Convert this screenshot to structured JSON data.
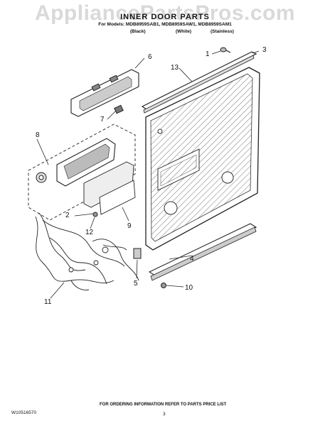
{
  "watermark": "AppliancePartsPros.com",
  "title": "INNER DOOR PARTS",
  "models_line": "For Models: MDB8959SAB1, MDB8959SAW1, MDB8959SAM1",
  "finishes": [
    "(Black)",
    "(White)",
    "(Stainless)"
  ],
  "callouts": [
    "1",
    "2",
    "3",
    "4",
    "5",
    "6",
    "7",
    "8",
    "9",
    "10",
    "11",
    "12",
    "13"
  ],
  "footer": {
    "doc_number": "W10516570",
    "page_number": "3",
    "info": "FOR ORDERING INFORMATION REFER TO PARTS PRICE LIST"
  }
}
